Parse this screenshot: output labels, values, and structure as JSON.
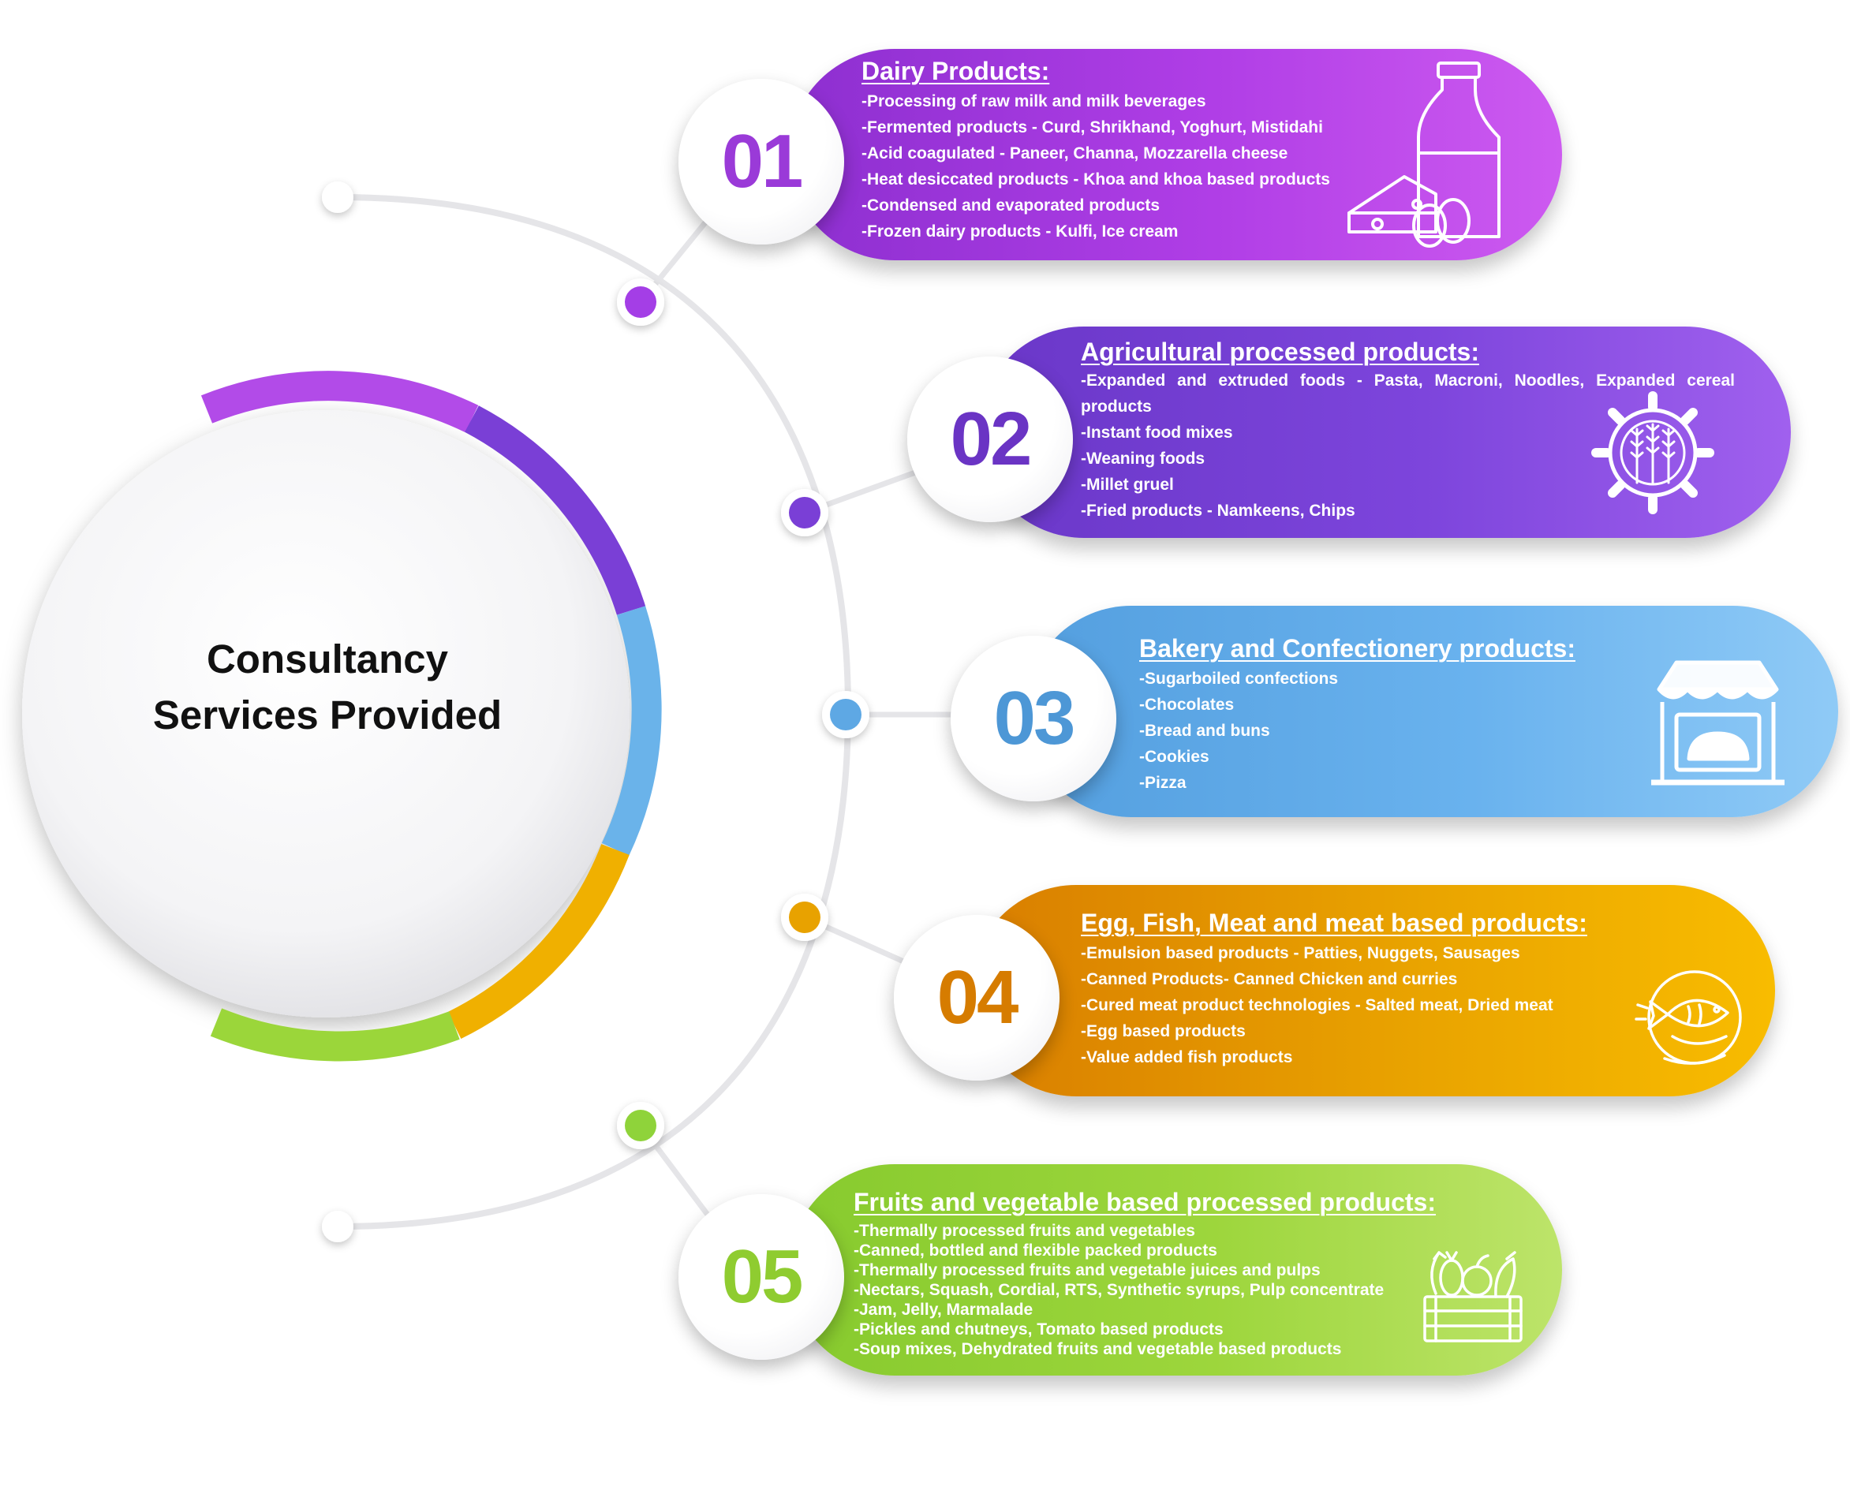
{
  "center": {
    "title_line1": "Consultancy",
    "title_line2": "Services Provided"
  },
  "colors": {
    "purple_magenta": "#a43ee6",
    "violet": "#7a3fd6",
    "blue": "#5ea8e4",
    "orange": "#e8a200",
    "green": "#9bd63a"
  },
  "services": [
    {
      "number": "01",
      "title": "Dairy Products:",
      "icon": "dairy-icon",
      "items": [
        "-Processing of raw milk and milk beverages",
        "-Fermented products - Curd, Shrikhand, Yoghurt, Mistidahi",
        "-Acid coagulated - Paneer, Channa, Mozzarella cheese",
        "-Heat desiccated products - Khoa and khoa based products",
        "-Condensed and evaporated products",
        "-Frozen dairy products - Kulfi, Ice cream"
      ]
    },
    {
      "number": "02",
      "title": "Agricultural processed products:",
      "icon": "wheat-gear-icon",
      "items": [
        "-Expanded and extruded foods - Pasta, Macroni, Noodles, Expanded cereal",
        "products",
        "-Instant food mixes",
        "-Weaning foods",
        "-Millet gruel",
        "-Fried products - Namkeens, Chips"
      ]
    },
    {
      "number": "03",
      "title": "Bakery and Confectionery products:",
      "icon": "bakery-shop-icon",
      "items": [
        "-Sugarboiled confections",
        "-Chocolates",
        "-Bread and buns",
        "-Cookies",
        "-Pizza"
      ]
    },
    {
      "number": "04",
      "title": "Egg, Fish, Meat and meat based products:",
      "icon": "fish-plate-icon",
      "items": [
        "-Emulsion based products - Patties, Nuggets, Sausages",
        "-Canned Products- Canned Chicken and curries",
        "-Cured meat product technologies - Salted meat, Dried meat",
        "-Egg based products",
        "-Value added fish products"
      ]
    },
    {
      "number": "05",
      "title": "Fruits and vegetable based processed products:",
      "icon": "vegetable-crate-icon",
      "items": [
        "-Thermally processed fruits and vegetables",
        "-Canned, bottled and flexible packed products",
        "-Thermally processed fruits and vegetable juices and pulps",
        "-Nectars, Squash, Cordial, RTS, Synthetic syrups, Pulp concentrate",
        "-Jam, Jelly, Marmalade",
        "-Pickles and chutneys, Tomato based products",
        "-Soup mixes, Dehydrated fruits and vegetable based products"
      ]
    }
  ]
}
